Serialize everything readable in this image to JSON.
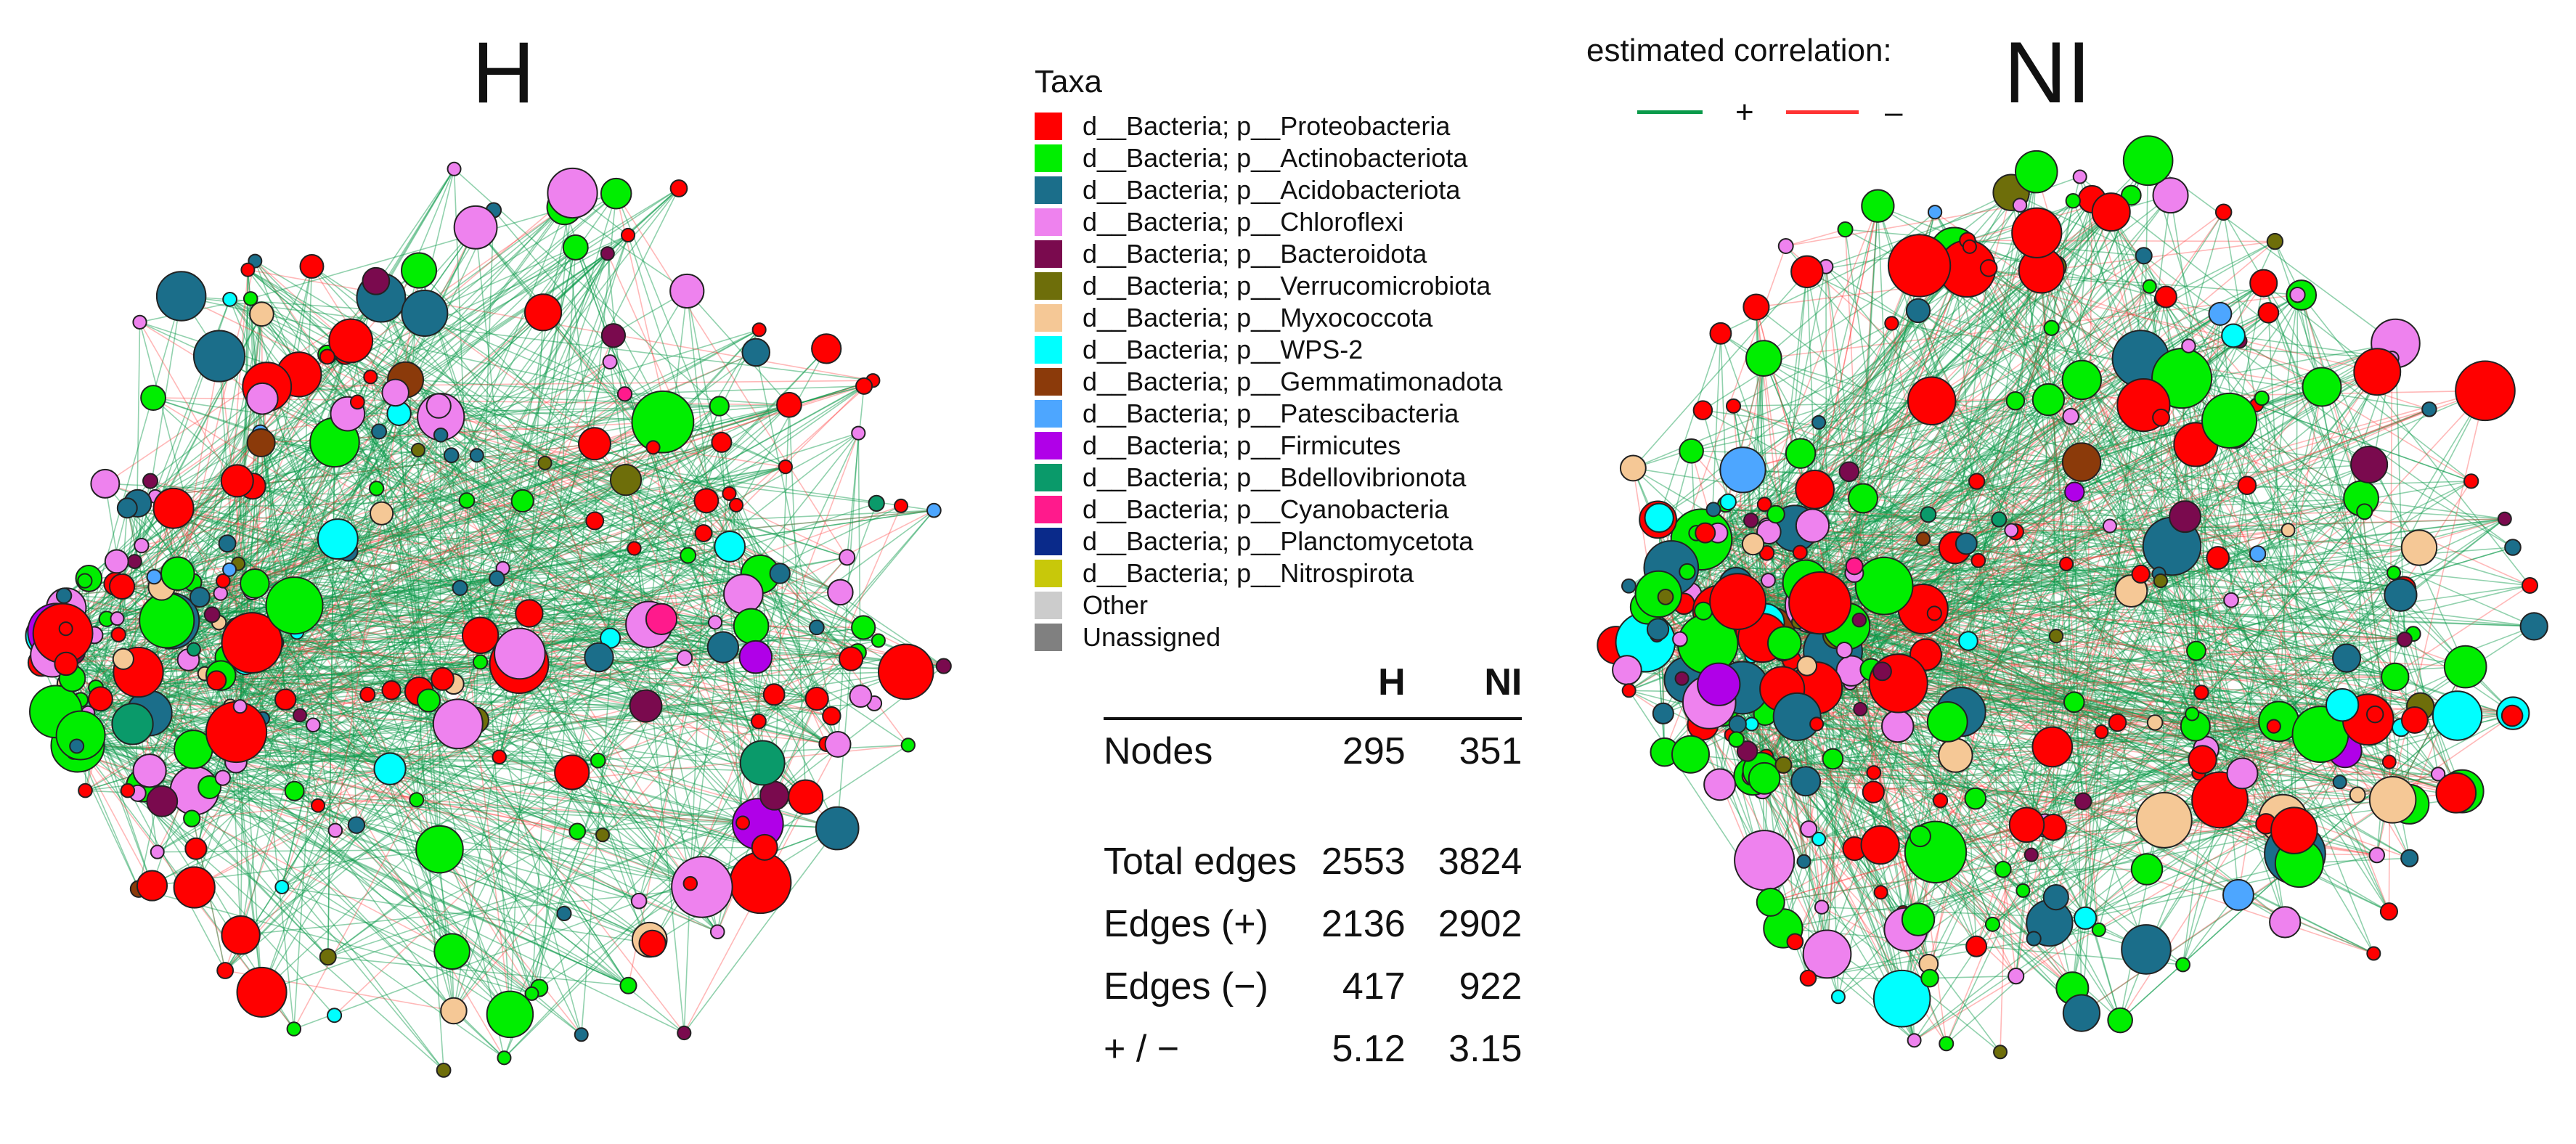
{
  "panels": [
    {
      "title": "H"
    },
    {
      "title": "NI"
    }
  ],
  "legend": {
    "title": "Taxa",
    "items": [
      {
        "label": "d__Bacteria; p__Proteobacteria",
        "color": "#ff0000"
      },
      {
        "label": "d__Bacteria; p__Actinobacteriota",
        "color": "#00ee00"
      },
      {
        "label": "d__Bacteria; p__Acidobacteriota",
        "color": "#1b6e8a"
      },
      {
        "label": "d__Bacteria; p__Chloroflexi",
        "color": "#ee82ee"
      },
      {
        "label": "d__Bacteria; p__Bacteroidota",
        "color": "#7a0a4e"
      },
      {
        "label": "d__Bacteria; p__Verrucomicrobiota",
        "color": "#6e6e0a"
      },
      {
        "label": "d__Bacteria; p__Myxococcota",
        "color": "#f5c896"
      },
      {
        "label": "d__Bacteria; p__WPS-2",
        "color": "#00ffff"
      },
      {
        "label": "d__Bacteria; p__Gemmatimonadota",
        "color": "#8b3a0a"
      },
      {
        "label": "d__Bacteria; p__Patescibacteria",
        "color": "#4da6ff"
      },
      {
        "label": "d__Bacteria; p__Firmicutes",
        "color": "#b000e8"
      },
      {
        "label": "d__Bacteria; p__Bdellovibrionota",
        "color": "#0a9a6a"
      },
      {
        "label": "d__Bacteria; p__Cyanobacteria",
        "color": "#ff1a8c"
      },
      {
        "label": "d__Bacteria; p__Planctomycetota",
        "color": "#0a2a8a"
      },
      {
        "label": "d__Bacteria; p__Nitrospirota",
        "color": "#c8c80a"
      },
      {
        "label": "Other",
        "color": "#cccccc"
      },
      {
        "label": "Unassigned",
        "color": "#808080"
      }
    ]
  },
  "correlation": {
    "title": "estimated correlation:",
    "positive_symbol": "+",
    "negative_symbol": "–",
    "positive_color": "#0a9a4a",
    "negative_color": "#ff3333"
  },
  "stats": {
    "columns": [
      "H",
      "NI"
    ],
    "nodes": {
      "label": "Nodes",
      "h": "295",
      "ni": "351"
    },
    "total_edges": {
      "label": "Total edges",
      "h": "2553",
      "ni": "3824"
    },
    "edges_pos": {
      "label": "Edges (+)",
      "h": "2136",
      "ni": "2902"
    },
    "edges_neg": {
      "label": "Edges (−)",
      "h": "417",
      "ni": "922"
    },
    "ratio": {
      "label": "+ / −",
      "h": "5.12",
      "ni": "3.15"
    }
  }
}
